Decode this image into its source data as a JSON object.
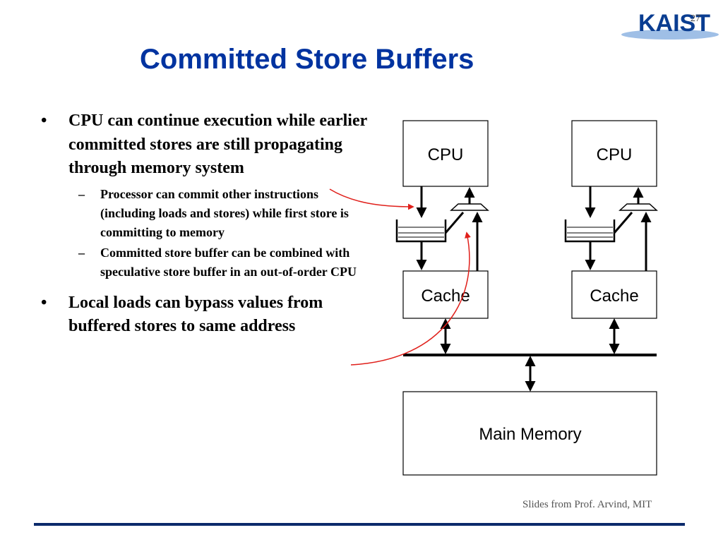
{
  "logo": {
    "text": "KAIST"
  },
  "page_number": "27",
  "title": "Committed Store Buffers",
  "bullets": [
    {
      "text": "CPU can continue execution while earlier committed stores are still propagating through memory system",
      "sub": [
        "Processor can commit other instructions (including loads and stores) while first store is committing to memory",
        "Committed store buffer can be combined with speculative store buffer in an out-of-order CPU"
      ]
    },
    {
      "text": "Local loads can bypass values from buffered stores to same address",
      "sub": []
    }
  ],
  "diagram": {
    "cpu_left": "CPU",
    "cpu_right": "CPU",
    "cache_left": "Cache",
    "cache_right": "Cache",
    "memory": "Main Memory"
  },
  "credit": "Slides from Prof. Arvind, MIT",
  "colors": {
    "title": "#0033a0",
    "annotation": "#e0201b",
    "footer": "#0b2a6b"
  }
}
